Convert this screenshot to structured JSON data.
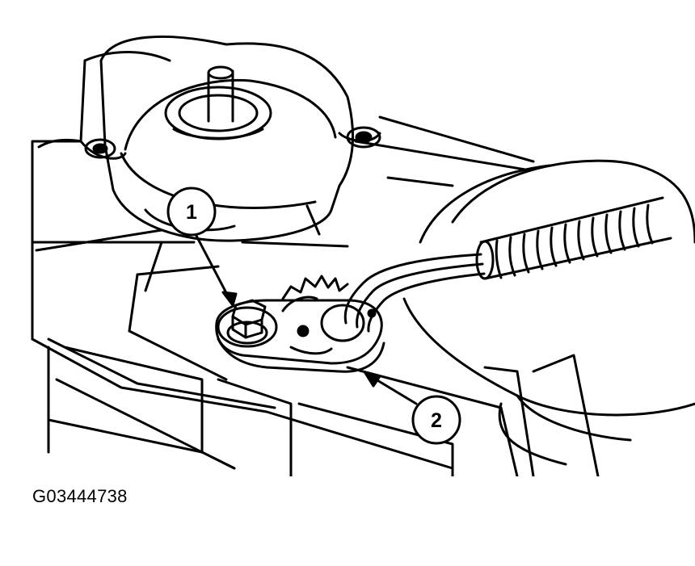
{
  "callouts": [
    {
      "label": "1",
      "part": "bolt"
    },
    {
      "label": "2",
      "part": "sensor"
    }
  ],
  "figure_id": "G03444738",
  "colors": {
    "line": "#000000",
    "background": "#ffffff"
  }
}
